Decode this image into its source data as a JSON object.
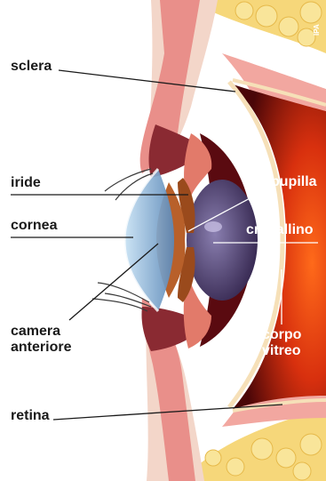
{
  "labels": {
    "sclera": "sclera",
    "iride": "iride",
    "cornea": "cornea",
    "camera_anteriore_1": "camera",
    "camera_anteriore_2": "anteriore",
    "retina": "retina",
    "pupilla": "pupilla",
    "cristallino": "cristallino",
    "corpo_vitreo_1": "corpo",
    "corpo_vitreo_2": "vitreo"
  },
  "credit": "IPA"
}
